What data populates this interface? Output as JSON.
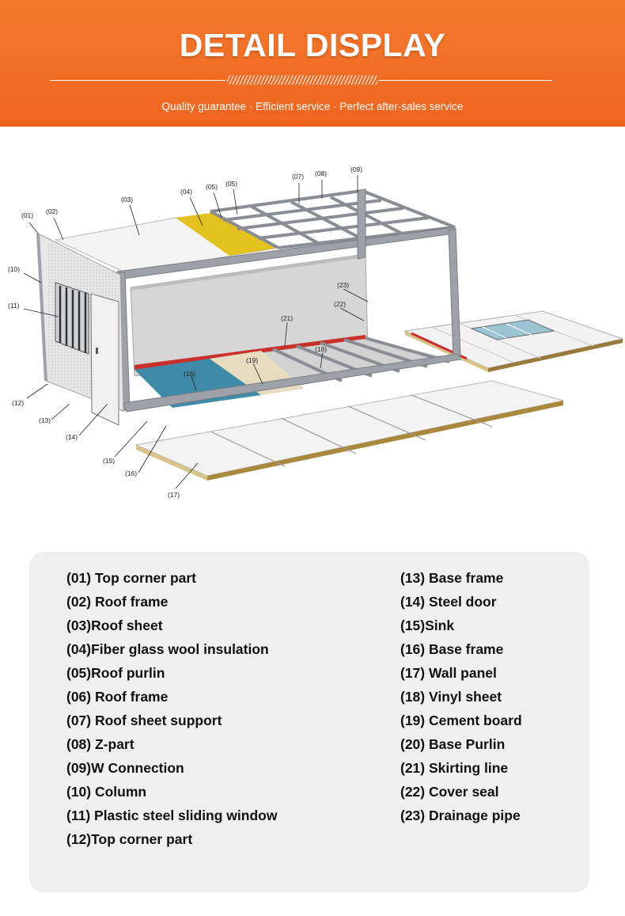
{
  "header": {
    "title": "DETAIL DISPLAY",
    "subtitle": "Quality guarantee · Efficient service · Perfect after-sales service"
  },
  "diagram": {
    "callouts": [
      "(01)",
      "(02)",
      "(03)",
      "(04)",
      "(05)",
      "(05)",
      "(07)",
      "(08)",
      "(09)",
      "(10)",
      "(11)",
      "(12)",
      "(13)",
      "(14)",
      "(15)",
      "(16)",
      "(16)",
      "(17)",
      "(18)",
      "(19)",
      "(21)",
      "(22)",
      "(23)"
    ]
  },
  "legend": {
    "left": [
      "(01) Top corner part",
      "(02) Roof frame",
      "(03)Roof sheet",
      "(04)Fiber glass wool insulation",
      "(05)Roof purlin",
      "(06) Roof frame",
      "(07) Roof sheet support",
      "(08) Z-part",
      "(09)W Connection",
      "(10) Column",
      "(11) Plastic steel sliding window",
      "(12)Top corner part"
    ],
    "right": [
      "(13) Base frame",
      "(14) Steel door",
      "(15)Sink",
      "(16) Base frame",
      "(17) Wall panel",
      "(18) Vinyl sheet",
      "(19) Cement board",
      "(20) Base Purlin",
      "(21) Skirting line",
      "(22) Cover seal",
      "(23) Drainage pipe"
    ]
  },
  "colors": {
    "header_bg": "#f06a22",
    "insulation": "#e3c21f",
    "vinyl": "#3f8aa6",
    "cement_board": "#e8dcc0",
    "skirting": "#c8302c",
    "frame": "#8a8e94",
    "legend_bg": "#efefef"
  }
}
